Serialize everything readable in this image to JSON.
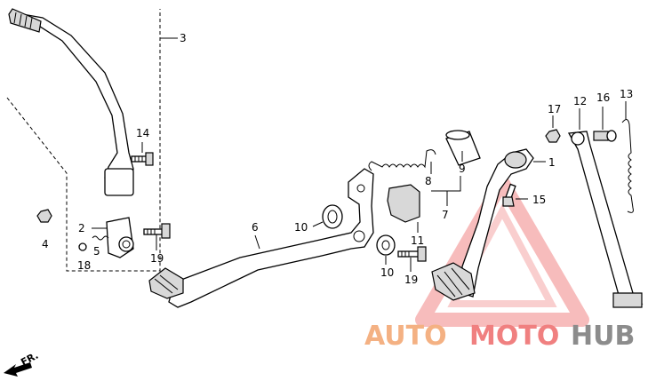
{
  "diagram": {
    "callouts": [
      {
        "id": "p3",
        "text": "3"
      },
      {
        "id": "p14",
        "text": "14"
      },
      {
        "id": "p2",
        "text": "2"
      },
      {
        "id": "p4",
        "text": "4"
      },
      {
        "id": "p5",
        "text": "5"
      },
      {
        "id": "p18",
        "text": "18"
      },
      {
        "id": "p19a",
        "text": "19"
      },
      {
        "id": "p6",
        "text": "6"
      },
      {
        "id": "p10a",
        "text": "10"
      },
      {
        "id": "p8",
        "text": "8"
      },
      {
        "id": "p9",
        "text": "9"
      },
      {
        "id": "p7",
        "text": "7"
      },
      {
        "id": "p11",
        "text": "11"
      },
      {
        "id": "p10b",
        "text": "10"
      },
      {
        "id": "p19b",
        "text": "19"
      },
      {
        "id": "p1",
        "text": "1"
      },
      {
        "id": "p15",
        "text": "15"
      },
      {
        "id": "p17",
        "text": "17"
      },
      {
        "id": "p12",
        "text": "12"
      },
      {
        "id": "p16",
        "text": "16"
      },
      {
        "id": "p13",
        "text": "13"
      }
    ],
    "front_marker": "FR.",
    "watermark": {
      "part1": "AUTO",
      "part2": "MOTO",
      "part3": "HUB"
    },
    "colors": {
      "watermark_orange": "#f4b183",
      "watermark_red": "#f08080",
      "watermark_gray": "#8c8c8c",
      "triangle_red": "#f4a5a5",
      "accent_red": "#e8474b"
    }
  }
}
